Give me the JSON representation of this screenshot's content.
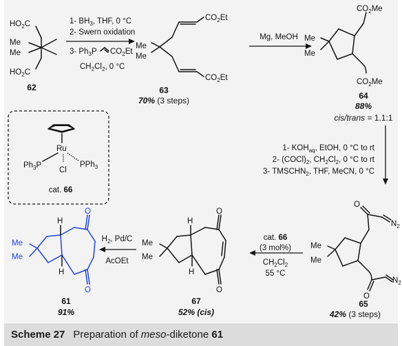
{
  "colors": {
    "panel": "#f3f3f3",
    "caption_bar": "#dcdcdc",
    "product_highlight": "#1f44d8",
    "ink": "#111111"
  },
  "caption": {
    "label": "Scheme 27",
    "text_before": "Preparation of ",
    "italic": "meso",
    "text_after": "-diketone ",
    "compound": "61"
  },
  "compounds": {
    "c62": {
      "number": "62",
      "groups": {
        "acid_top": "HO",
        "acid_top_sub": "2",
        "acid_top_c": "C",
        "acid_bot": "HO",
        "acid_bot_sub": "2",
        "acid_bot_c": "C",
        "me1": "Me",
        "me2": "Me"
      }
    },
    "c63": {
      "number": "63",
      "yield_pct": "70%",
      "yield_note": " (3 steps)",
      "ester_top": "CO",
      "ester_top_sub": "2",
      "ester_top_r": "Et",
      "ester_bot": "CO",
      "ester_bot_sub": "2",
      "ester_bot_r": "Et",
      "me1": "Me",
      "me2": "Me"
    },
    "c64": {
      "number": "64",
      "yield_pct": "88%",
      "ratio_label": "cis/trans",
      "ratio_value": " = 1.1:1",
      "ester_top": "CO",
      "ester_top_sub": "2",
      "ester_top_r": "Me",
      "ester_bot": "CO",
      "ester_bot_sub": "2",
      "ester_bot_r": "Me",
      "me1": "Me",
      "me2": "Me"
    },
    "c65": {
      "number": "65",
      "yield_pct": "42%",
      "yield_note": " (3 steps)",
      "o1": "O",
      "o2": "O",
      "n2_top": "N",
      "n2_top_sub": "2",
      "n2_bot": "N",
      "n2_bot_sub": "2",
      "me1": "Me",
      "me2": "Me"
    },
    "c67": {
      "number": "67",
      "yield_pct": "52%",
      "yield_note": " (cis)",
      "h1": "H",
      "h2": "H",
      "o1": "O",
      "o2": "O",
      "me1": "Me",
      "me2": "Me"
    },
    "c61": {
      "number": "61",
      "yield_pct": "91%",
      "h1": "H",
      "h2": "H",
      "o1": "O",
      "o2": "O",
      "me1": "Me",
      "me2": "Me"
    }
  },
  "catalyst": {
    "ru": "Ru",
    "ph3p": "Ph",
    "ph3p_sub": "3",
    "ph3p_p": "P",
    "pph3": "PPh",
    "pph3_sub": "3",
    "cl": "Cl",
    "label": "cat. ",
    "number": "66"
  },
  "reactions": {
    "step1": {
      "line1": "1- BH",
      "line1_sub": "3",
      "line1_tail": ", THF, 0 °C",
      "line2": "2- Swern oxidation",
      "line3": "3- Ph",
      "line3_sub": "3",
      "line3_p": "P",
      "line3_tail": "CO",
      "line3_sub2": "2",
      "line3_end": "Et",
      "line4": "CH",
      "line4_sub": "2",
      "line4_cl": "Cl",
      "line4_sub2": "2",
      "line4_tail": ", 0 °C"
    },
    "step2": {
      "line1": "Mg, MeOH"
    },
    "step3": {
      "line1": "1- KOH",
      "line1_sub": "aq",
      "line1_tail": ", EtOH, 0 °C to rt",
      "line2": "2- (COCl)",
      "line2_sub": "2",
      "line2_mid": ", CH",
      "line2_sub2": "2",
      "line2_cl": "Cl",
      "line2_sub3": "2",
      "line2_tail": ", 0 °C to rt",
      "line3": "3- TMSCHN",
      "line3_sub": "2",
      "line3_tail": ", THF, MeCN, 0 °C"
    },
    "step4": {
      "line1": "cat. ",
      "line1_num": "66",
      "line2": "(3 mol%)",
      "line3": "CH",
      "line3_sub": "2",
      "line3_cl": "Cl",
      "line3_sub2": "2",
      "line4": "55 °C"
    },
    "step5": {
      "line1": "H",
      "line1_sub": "2",
      "line1_tail": ", Pd/C",
      "line2": "AcOEt"
    }
  }
}
